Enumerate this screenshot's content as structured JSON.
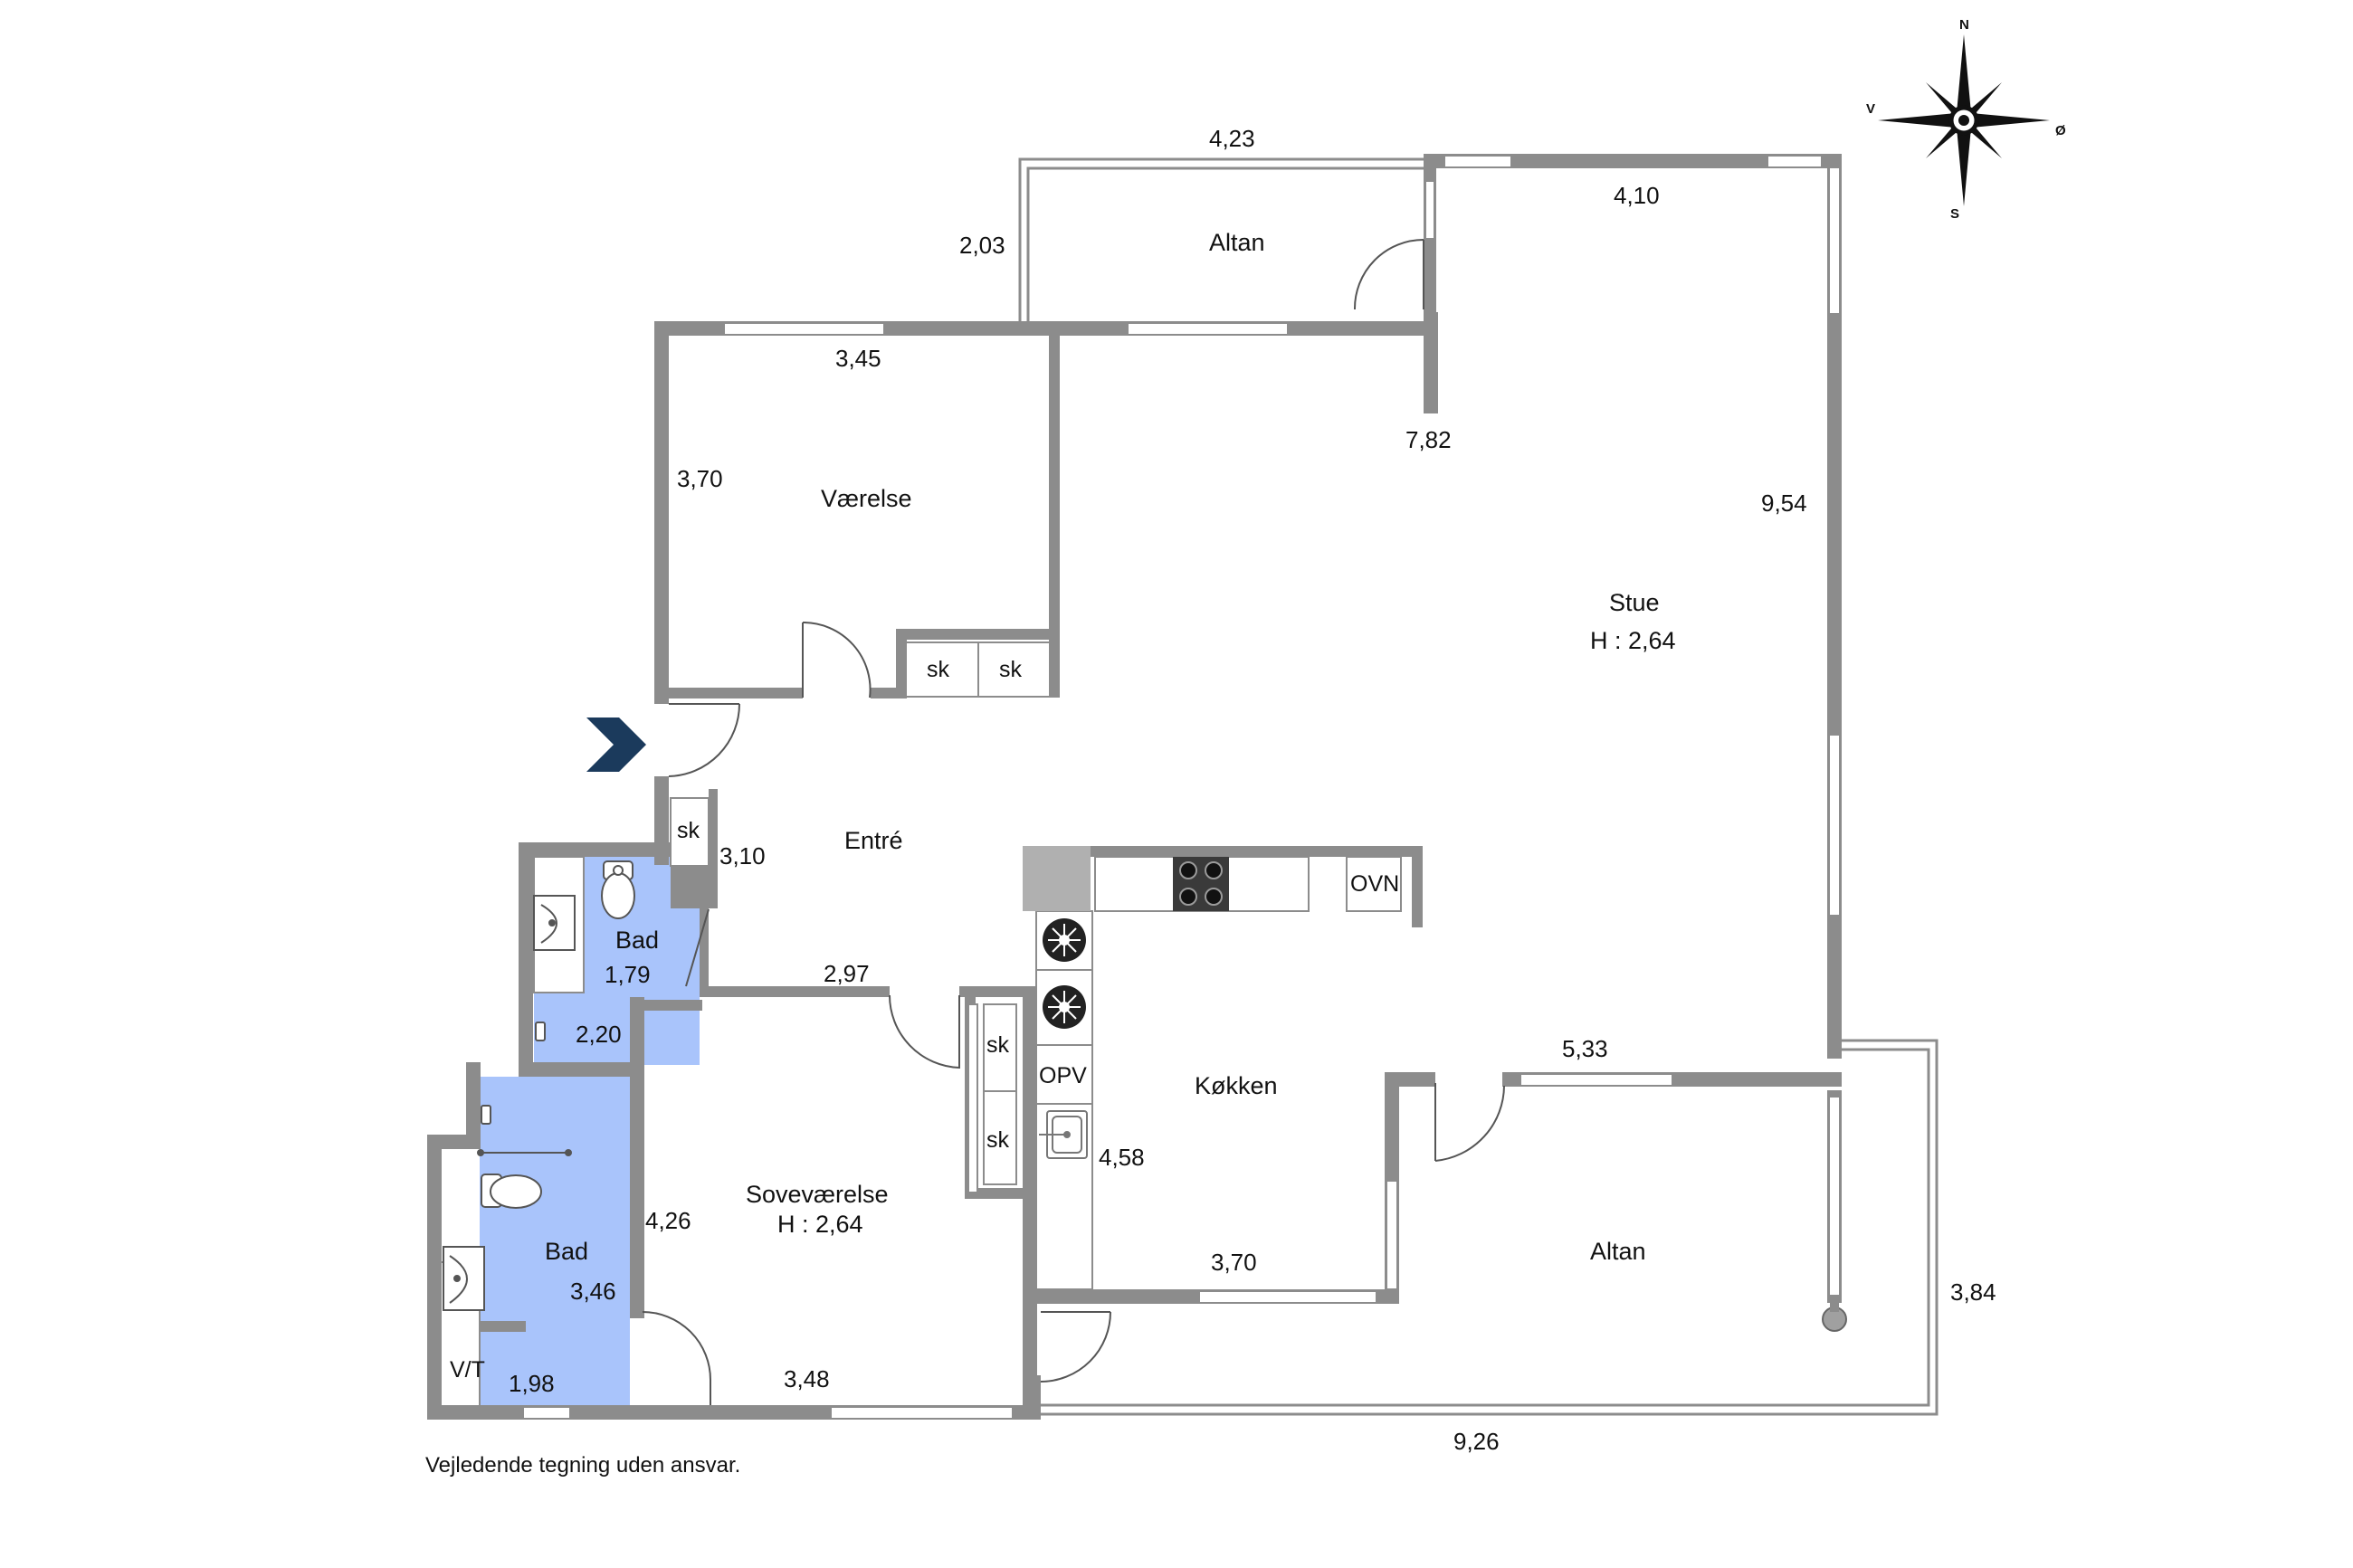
{
  "colors": {
    "wall": "#8c8c8c",
    "bath_fill": "#a9c4fb",
    "entry_arrow": "#1b3a5c",
    "background": "#ffffff"
  },
  "icons": {
    "compass": "compass-rose-icon",
    "entry": "entry-arrow-icon"
  },
  "compass": {
    "north": "N",
    "south": "S",
    "west": "V",
    "east": "Ø"
  },
  "rooms": {
    "altan_top": "Altan",
    "vaerelse": "Værelse",
    "stue": "Stue",
    "stue_height": "H : 2,64",
    "entre": "Entré",
    "bad_small": "Bad",
    "bad_large": "Bad",
    "sovevaerelse": "Soveværelse",
    "sovevaerelse_height": "H : 2,64",
    "kokken": "Køkken",
    "altan_right": "Altan"
  },
  "fixtures": {
    "sk_1": "sk",
    "sk_2": "sk",
    "sk_3": "sk",
    "sk_4": "sk",
    "sk_5": "sk",
    "ovn": "OVN",
    "opv": "OPV",
    "vt": "V/T"
  },
  "dimensions": {
    "d423": "4,23",
    "d203": "2,03",
    "d410": "4,10",
    "d345": "3,45",
    "d782": "7,82",
    "d370a": "3,70",
    "d954": "9,54",
    "d310": "3,10",
    "d179": "1,79",
    "d220": "2,20",
    "d297": "2,97",
    "d533": "5,33",
    "d458": "4,58",
    "d426": "4,26",
    "d346": "3,46",
    "d370b": "3,70",
    "d198": "1,98",
    "d348": "3,48",
    "d384": "3,84",
    "d926": "9,26"
  },
  "footer_note": "Vejledende tegning uden ansvar."
}
